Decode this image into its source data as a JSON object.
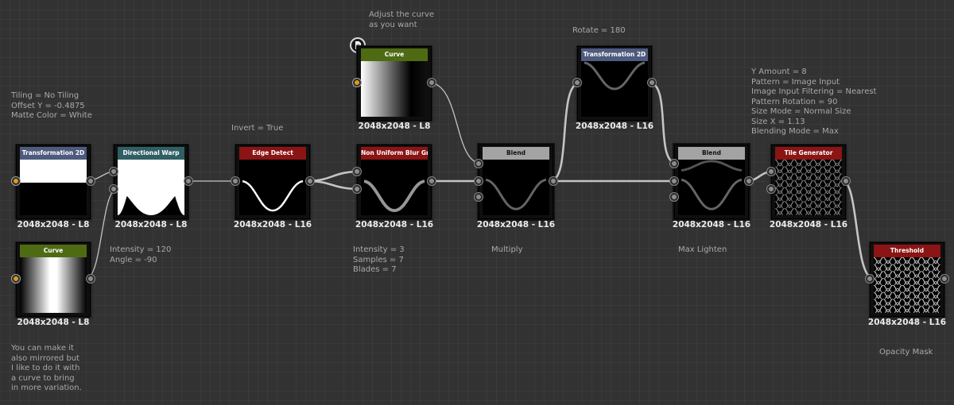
{
  "colors": {
    "canvas_bg": "#323232",
    "header_transform": "#4e5a7e",
    "header_warp": "#2f5f63",
    "header_curve": "#4e6b13",
    "header_red": "#8b1414",
    "header_blend": "#a3a3a3",
    "port_gray": "#8c8c8c",
    "port_orange": "#e09a1a",
    "link": "#c8c8c8"
  },
  "nodes": {
    "transform1": {
      "title": "Transformation 2D",
      "resolution": "2048x2048 - L8"
    },
    "curve1": {
      "title": "Curve",
      "resolution": "2048x2048 - L8"
    },
    "warp": {
      "title": "Directional Warp",
      "resolution": "2048x2048 - L8"
    },
    "edge": {
      "title": "Edge Detect",
      "resolution": "2048x2048 - L16"
    },
    "blur": {
      "title": "Non Uniform Blur Gray...",
      "resolution": "2048x2048 - L16"
    },
    "curve2": {
      "title": "Curve",
      "resolution": "2048x2048 - L8"
    },
    "blend1": {
      "title": "Blend",
      "resolution": "2048x2048 - L16"
    },
    "transform2": {
      "title": "Transformation 2D",
      "resolution": "2048x2048 - L16"
    },
    "blend2": {
      "title": "Blend",
      "resolution": "2048x2048 - L16"
    },
    "tile": {
      "title": "Tile Generator",
      "resolution": "2048x2048 - L16"
    },
    "threshold": {
      "title": "Threshold",
      "resolution": "2048x2048 - L16"
    }
  },
  "comments": {
    "tiling": "Tiling = No Tiling\nOffset Y = -0.4875\nMatte Color = White",
    "warp_params": "Intensity = 120\nAngle = -90",
    "mirror_note": "You can make it\nalso mirrored but\nI like to do it with\na curve to bring\nin more variation.",
    "invert": "Invert = True",
    "blur_params": "Intensity = 3\nSamples = 7\nBlades = 7",
    "adjust_curve": "Adjust the curve\nas you want",
    "multiply": "Multiply",
    "rotate": "Rotate = 180",
    "max_lighten": "Max Lighten",
    "tile_params": "Y Amount = 8\nPattern = Image Input\nImage Input Filtering = Nearest\nPattern Rotation = 90\nSize Mode = Normal Size\nSize X = 1.13\nBlending Mode = Max",
    "opacity_mask": "Opacity Mask"
  },
  "icons": {
    "curve2_badge": "document-icon"
  }
}
